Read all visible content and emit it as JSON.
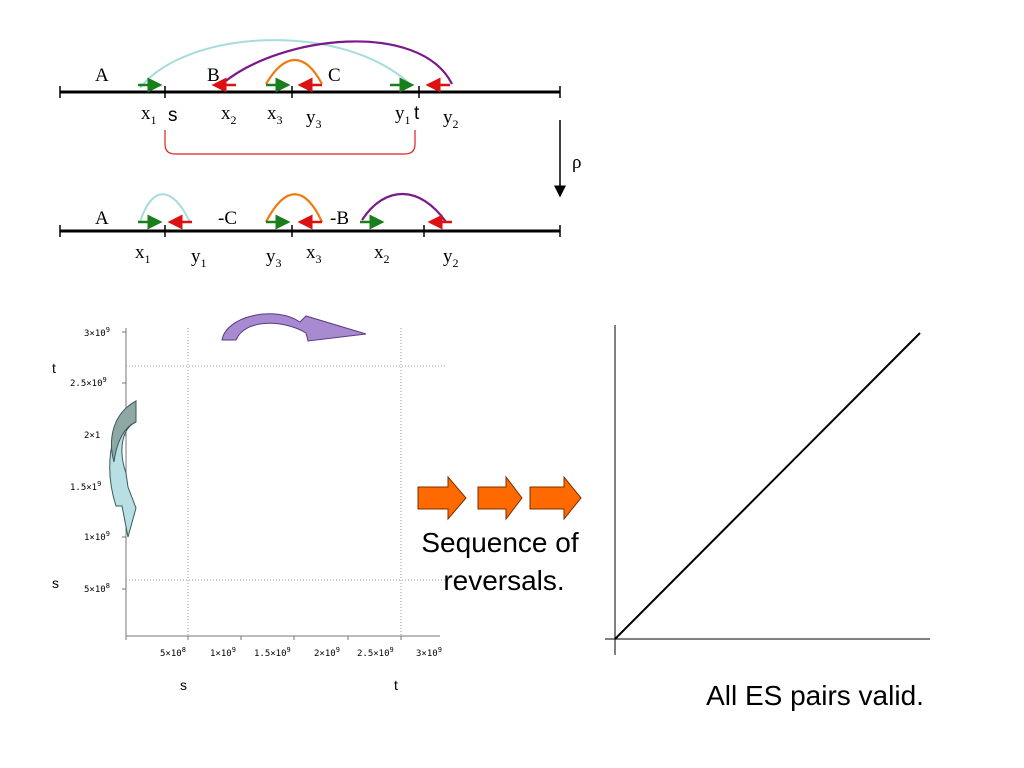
{
  "rho": "ρ",
  "top": {
    "segments": [
      "A",
      "B",
      "C"
    ],
    "points": [
      {
        "letter": "x",
        "sub": "1"
      },
      {
        "letter": "x",
        "sub": "2"
      },
      {
        "letter": "x",
        "sub": "3"
      },
      {
        "letter": "y",
        "sub": "3"
      },
      {
        "letter": "y",
        "sub": "1"
      },
      {
        "letter": "y",
        "sub": "2"
      }
    ],
    "s_label": "s",
    "t_label": "t"
  },
  "bottom": {
    "segments": [
      "A",
      "-C",
      "-B"
    ],
    "points": [
      {
        "letter": "x",
        "sub": "1"
      },
      {
        "letter": "y",
        "sub": "1"
      },
      {
        "letter": "y",
        "sub": "3"
      },
      {
        "letter": "x",
        "sub": "3"
      },
      {
        "letter": "x",
        "sub": "2"
      },
      {
        "letter": "y",
        "sub": "2"
      }
    ]
  },
  "plot": {
    "y_ticks": [
      {
        "base": "3×10",
        "exp": "9"
      },
      {
        "base": "2.5×10",
        "exp": "9"
      },
      {
        "base": "2×1",
        "exp": ""
      },
      {
        "base": "1.5×1",
        "exp": "9"
      },
      {
        "base": "1×10",
        "exp": "9"
      },
      {
        "base": "5×10",
        "exp": "8"
      }
    ],
    "x_ticks": [
      {
        "base": "5×10",
        "exp": "8"
      },
      {
        "base": "1×10",
        "exp": "9"
      },
      {
        "base": "1.5×10",
        "exp": "9"
      },
      {
        "base": "2×10",
        "exp": "9"
      },
      {
        "base": "2.5×10",
        "exp": "9"
      },
      {
        "base": "3×10",
        "exp": "9"
      }
    ],
    "s_label": "s",
    "t_label": "t"
  },
  "captions": {
    "sequence": [
      "Sequence of",
      "reversals."
    ],
    "valid": "All ES pairs valid."
  }
}
